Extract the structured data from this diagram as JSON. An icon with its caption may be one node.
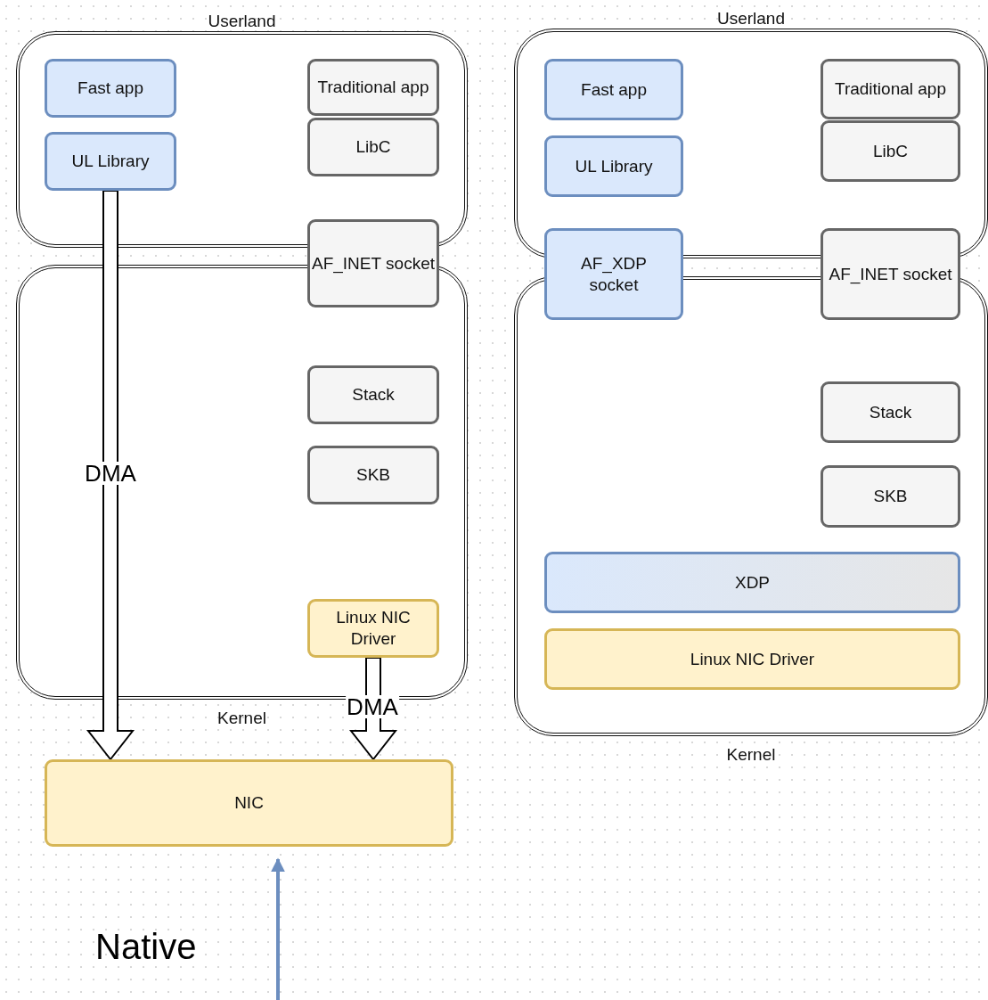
{
  "diagram": {
    "nodes": [
      {
        "text": [
          "Userland"
        ]
      },
      {
        "text": [
          "Fast app"
        ],
        "in": 0
      },
      {
        "text": [
          "UL Library"
        ],
        "in": 0
      },
      {
        "text": [
          "Traditional app"
        ],
        "in": 0
      },
      {
        "text": [
          "LibC"
        ],
        "in": 0
      },
      {
        "text": [
          "AF_INET socket"
        ]
      },
      {
        "text": [
          "Kernel"
        ]
      },
      {
        "text": [
          "Stack"
        ],
        "in": 6
      },
      {
        "text": [
          "SKB"
        ],
        "in": 6
      },
      {
        "text": [
          "Linux NIC Driver"
        ],
        "in": 6
      },
      {
        "text": [
          "NIC"
        ]
      },
      {
        "text": [
          "Userland"
        ]
      },
      {
        "text": [
          "Fast app"
        ],
        "in": 11
      },
      {
        "text": [
          "UL Library"
        ],
        "in": 11
      },
      {
        "text": [
          "Traditional app"
        ],
        "in": 11
      },
      {
        "text": [
          "LibC"
        ],
        "in": 11
      },
      {
        "text": [
          "AF_XDP socket"
        ]
      },
      {
        "text": [
          "AF_INET socket"
        ]
      },
      {
        "text": [
          "Kernel"
        ]
      },
      {
        "text": [
          "Stack"
        ],
        "in": 18
      },
      {
        "text": [
          "SKB"
        ],
        "in": 18
      },
      {
        "text": [
          "XDP"
        ],
        "in": 18
      },
      {
        "text": [
          "Linux NIC Driver"
        ],
        "in": 18
      }
    ],
    "edges": [
      {
        "from": 2,
        "to": 10,
        "arrow": "to",
        "label": "DMA",
        "style": "thick"
      },
      {
        "from": 9,
        "to": 10,
        "arrow": "to",
        "label": "DMA",
        "style": "thick"
      },
      {
        "from": null,
        "to": 10,
        "arrow": "to",
        "color": "#6c8ebf"
      }
    ],
    "labels": [
      "Native"
    ]
  }
}
